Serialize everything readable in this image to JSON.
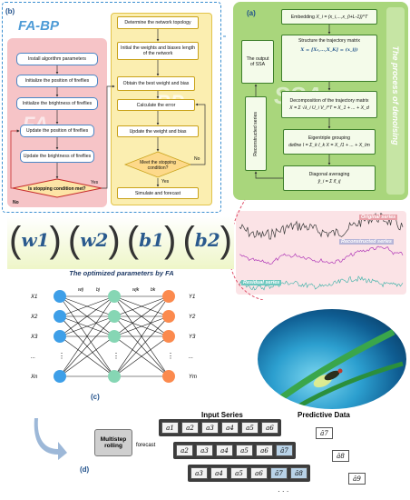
{
  "panel_b": {
    "label": "(b)",
    "title": "FA-BP",
    "fa_watermark": "FA",
    "bp_watermark": "BP",
    "fa_steps": [
      "Install algorithm parameters",
      "Initialize the position of fireflies",
      "Initialize the brightness of fireflies",
      "Update the position of fireflies",
      "Update the brightness of fireflies"
    ],
    "fa_decision": "Is stopping condition met？",
    "fa_no": "No",
    "fa_yes": "Yes",
    "bp_steps": [
      "Determine the network topology",
      "Initial the weights and biases length of the network",
      "Obtain the best weight and bias",
      "Calculate the error",
      "Update the weight and bias"
    ],
    "bp_decision": "Meet the stopping condition?",
    "bp_no": "No",
    "bp_yes": "Yes",
    "bp_final": "Simulate and forecast"
  },
  "panel_a": {
    "label": "(a)",
    "watermark": "SSA",
    "side_text": "The process of denoising",
    "embedding": "Embedding",
    "embedding_formula": "X_i = (x_i,...,x_(i+L-1))^T",
    "structure": "Structure the trajectory matrix",
    "decomposition": "Decomposition of the trajectory matrix",
    "decomposition_formula": "X = Σ √λ_i U_i V_i^T = X_1 + ... + X_d",
    "eigentriple": "Eigentriple grouping",
    "eigentriple_formula": "define I = Σ_k I_k   X = X_I1 + ... + X_Im",
    "diagonal": "Diagonal averaging",
    "diagonal_formula": "ŷ_i = Σ x̃_ij",
    "output": "The output of SSA",
    "reconstructed": "Reconstructed series"
  },
  "signals": {
    "original": "Original series",
    "reconstructed": "Reconstructed series",
    "residual": "Residual series",
    "colors": {
      "original": "#3a3a3a",
      "reconstructed": "#b23bb8",
      "residual": "#36b0a6",
      "bg": "#fbe3e6"
    }
  },
  "params": {
    "symbols": [
      "w1",
      "w2",
      "b1",
      "b2"
    ],
    "subtitle": "The optimized parameters by FA"
  },
  "network": {
    "label": "(c)",
    "inputs": [
      "X1",
      "X2",
      "X3",
      "...",
      "Xn"
    ],
    "outputs": [
      "Y1",
      "Y2",
      "Y3",
      "...",
      "Ym"
    ],
    "weights": [
      "wij",
      "bj",
      "wjk",
      "bk"
    ],
    "colors": {
      "input": "#3e9fe8",
      "hidden": "#86d6b4",
      "output": "#fb8a4e"
    }
  },
  "forecast": {
    "label": "(d)",
    "input_series": "Input Series",
    "predictive": "Predictive Data",
    "method": "Multistep rolling",
    "forecast": "forecast",
    "row1": [
      "a1",
      "a2",
      "a3",
      "a4",
      "a5",
      "a6"
    ],
    "row1_out": "â7",
    "row2": [
      "a2",
      "a3",
      "a4",
      "a5",
      "a6"
    ],
    "row2_extra": "â7",
    "row2_out": "â8",
    "row3": [
      "a3",
      "a4",
      "a5",
      "a6"
    ],
    "row3_extra": [
      "â7",
      "â8"
    ],
    "row3_out": "â9",
    "ellipsis": "· · ·"
  }
}
